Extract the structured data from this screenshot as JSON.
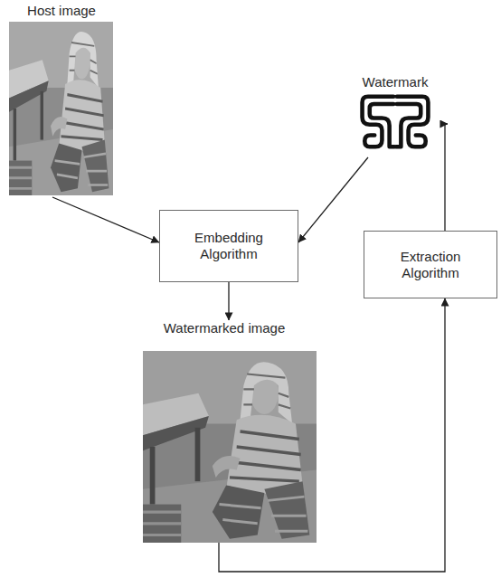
{
  "diagram": {
    "nodes": [
      {
        "text": [
          "Host image"
        ]
      },
      {
        "text": [
          "Watermark"
        ]
      },
      {
        "text": [
          "Embedding Algorithm"
        ]
      },
      {
        "text": [
          "Extraction Algorithm"
        ]
      },
      {
        "text": [
          "Watermarked image"
        ]
      }
    ],
    "edges": [
      {
        "from": 0,
        "to": 2,
        "arrow": "to"
      },
      {
        "from": 1,
        "to": 2,
        "arrow": "to"
      },
      {
        "from": 2,
        "to": 4,
        "arrow": "to"
      },
      {
        "from": 4,
        "to": 3,
        "arrow": "to"
      },
      {
        "from": 3,
        "to": 1,
        "arrow": "to"
      }
    ]
  }
}
